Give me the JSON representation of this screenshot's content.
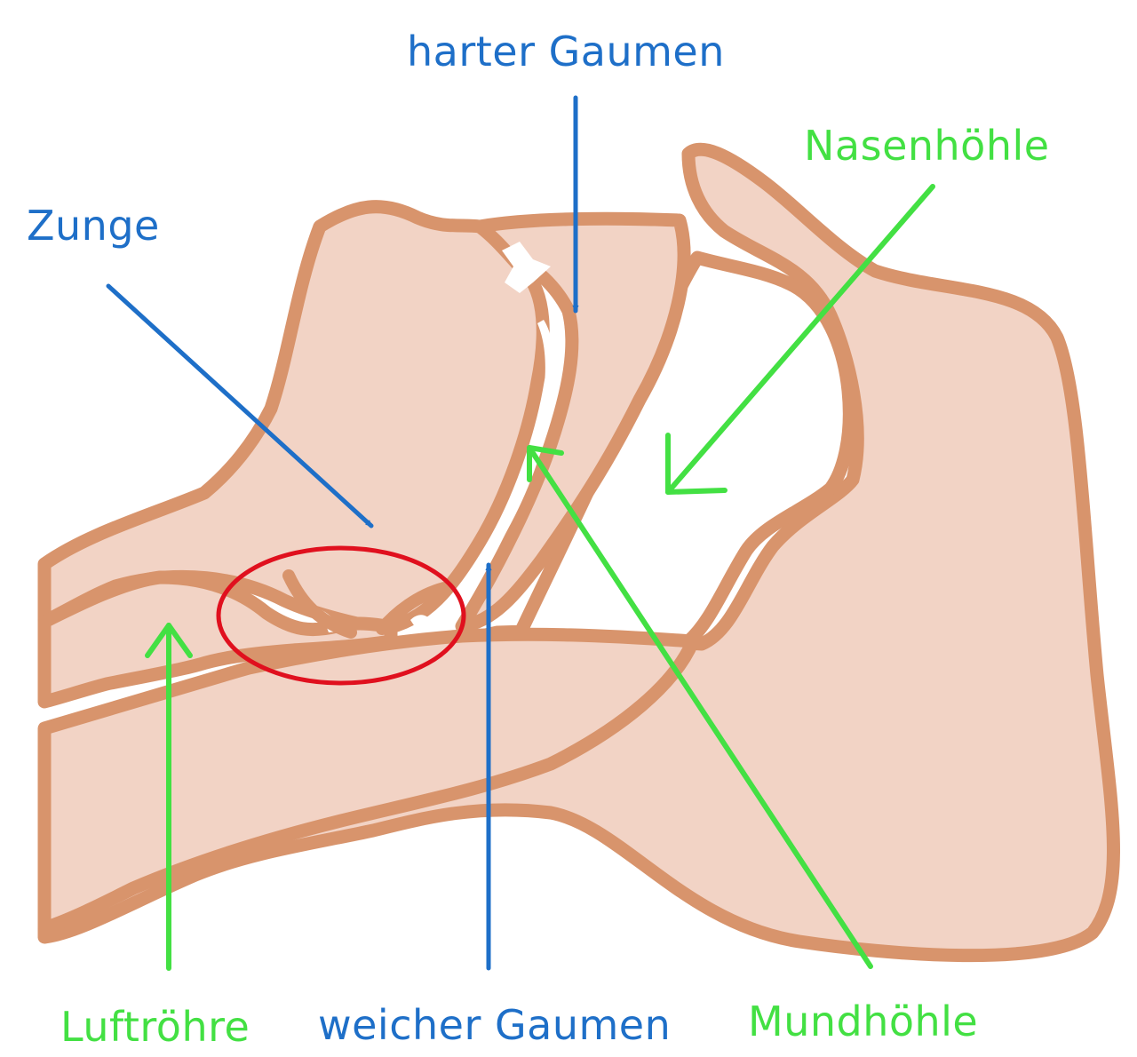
{
  "labels": {
    "harter_gaumen": "harter Gaumen",
    "zunge": "Zunge",
    "nasenhoehle": "Nasenhöhle",
    "luftroehre": "Luftröhre",
    "weicher_gaumen": "weicher Gaumen",
    "mundhoehle": "Mundhöhle"
  },
  "colors": {
    "tissue_fill": "#f2d3c5",
    "tissue_stroke": "#d8946c",
    "blue_label": "#1e6fc8",
    "green_label": "#43e043",
    "highlight_ellipse": "#e0101e",
    "background": "#ffffff"
  }
}
